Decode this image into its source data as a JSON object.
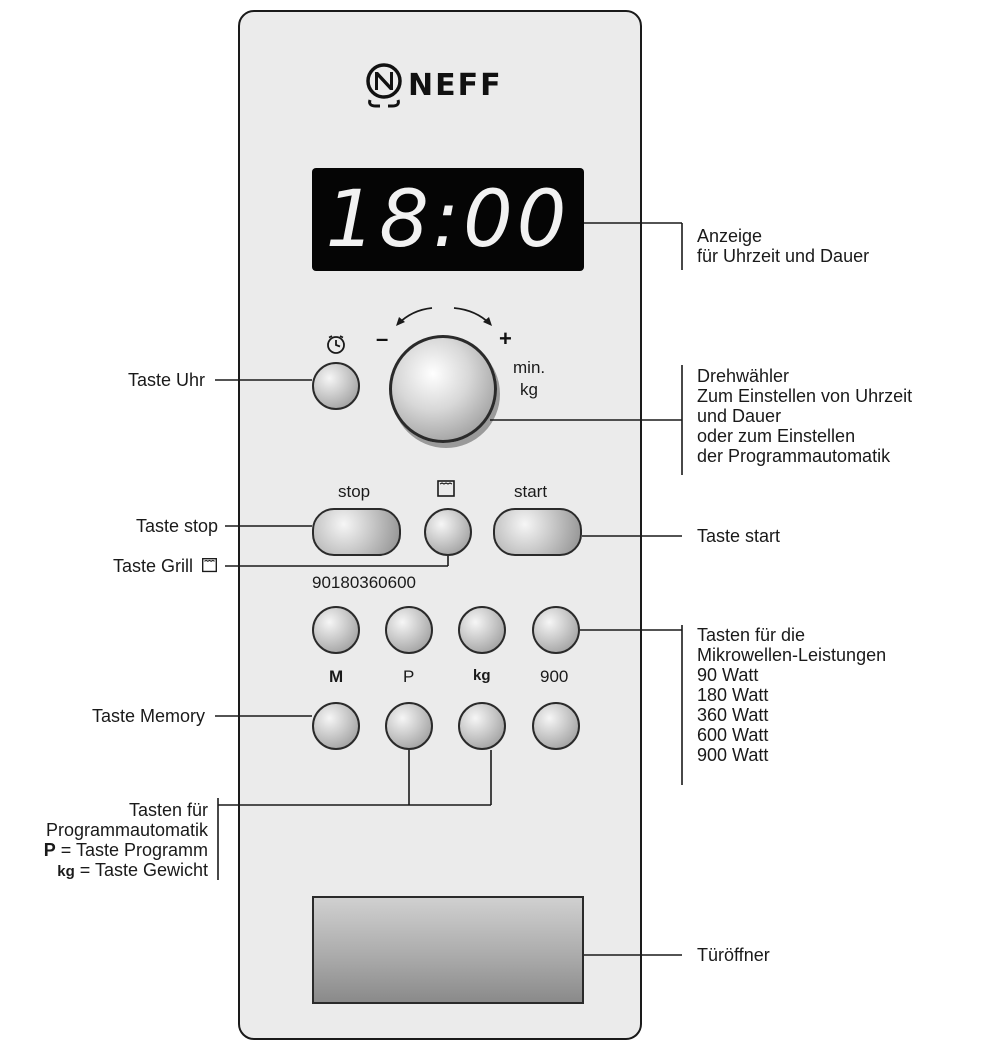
{
  "brand": {
    "logo": "NEFF"
  },
  "display": {
    "time": "18:00"
  },
  "panel": {
    "minus_sign": "–",
    "plus_sign": "+",
    "unit_line1": "min.",
    "unit_line2": "kg",
    "stop_label": "stop",
    "start_label": "start",
    "power_row_label": "90180360600",
    "memory_label": "M",
    "program_label": "P",
    "weight_label": "kg",
    "power_900_label": "900"
  },
  "callouts": {
    "display": [
      "Anzeige",
      "für Uhrzeit und Dauer"
    ],
    "dial": [
      "Drehwähler",
      "Zum Einstellen von Uhrzeit",
      "und Dauer",
      "oder zum Einstellen",
      "der Programmautomatik"
    ],
    "clock_button": "Taste Uhr",
    "stop_button": "Taste stop",
    "grill_button": "Taste Grill",
    "start_button": "Taste start",
    "power_buttons": [
      "Tasten für die",
      "Mikrowellen-Leistungen",
      "90 Watt",
      "180 Watt",
      "360 Watt",
      "600 Watt",
      "900 Watt"
    ],
    "memory_button": "Taste Memory",
    "auto_program": [
      "Tasten für",
      "Programmautomatik"
    ],
    "program_key_letter": "P",
    "program_key_text": " = Taste Programm",
    "weight_key_letter": "kg",
    "weight_key_text": " = Taste Gewicht",
    "door_opener": "Türöffner"
  },
  "icons": {
    "clock": "clock-icon",
    "grill": "grill-icon",
    "turn_arrows": "turn-arrows-icon",
    "logo_emblem": "neff-emblem-icon"
  },
  "colors": {
    "panel": "#ebebeb",
    "display_bg": "#050505",
    "display_text": "#f2f2f2",
    "button": "#b8b8b8"
  }
}
